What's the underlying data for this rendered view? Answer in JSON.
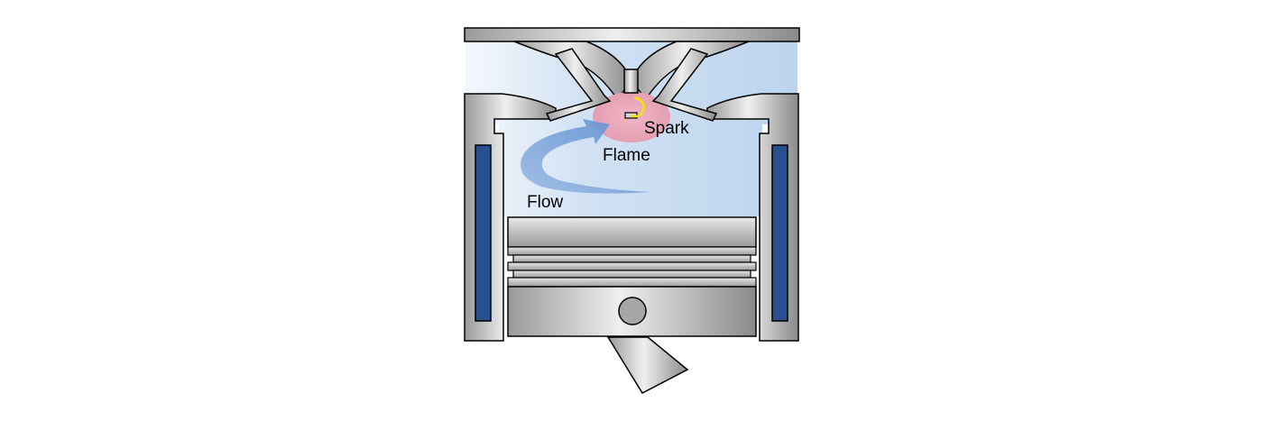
{
  "diagram": {
    "labels": {
      "spark": "Spark",
      "flame": "Flame",
      "flow": "Flow"
    }
  },
  "colors": {
    "metal_dark": "#8e8e8e",
    "metal_light": "#e6e6e6",
    "outline": "#000000",
    "gas": "#c6daf0",
    "coolant": "#2a4f8f",
    "flame": "#e7a6b8",
    "flow_arrow": "#6f9bd6",
    "spark": "#f2e600"
  }
}
